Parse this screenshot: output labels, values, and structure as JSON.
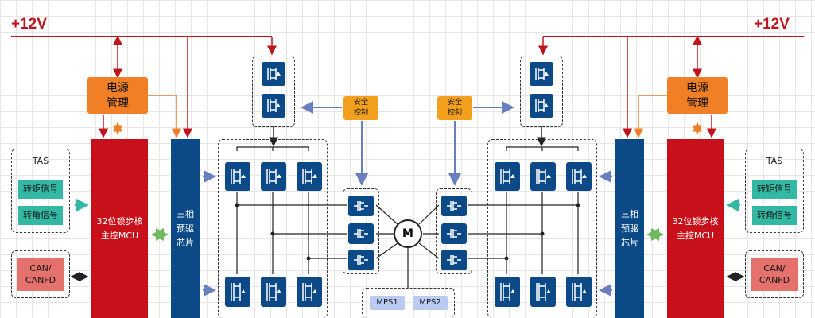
{
  "supply": {
    "left_label": "+12V",
    "right_label": "+12V"
  },
  "left": {
    "power_lines": [
      "电源",
      "管理"
    ],
    "mcu_lines": [
      "32位锁步核",
      "主控MCU"
    ],
    "predriver_lines": [
      "三相",
      "预驱",
      "芯片"
    ],
    "tas_title": "TAS",
    "torque_signal": "转矩信号",
    "angle_signal": "转角信号",
    "can_lines": [
      "CAN/",
      "CANFD"
    ],
    "safety_lines": [
      "安全",
      "控制"
    ]
  },
  "right": {
    "power_lines": [
      "电源",
      "管理"
    ],
    "mcu_lines": [
      "32位锁步核",
      "主控MCU"
    ],
    "predriver_lines": [
      "三相",
      "预驱",
      "芯片"
    ],
    "tas_title": "TAS",
    "torque_signal": "转矩信号",
    "angle_signal": "转角信号",
    "can_lines": [
      "CAN/",
      "CANFD"
    ],
    "safety_lines": [
      "安全",
      "控制"
    ]
  },
  "motor_label": "M",
  "sensors": [
    "MPS1",
    "MPS2"
  ],
  "colors": {
    "supply_line": "#c0141c",
    "power_block": "#f07f25",
    "mcu_block": "#c8101a",
    "predriver_block": "#0b4a86",
    "signal_block": "#33b8a3",
    "can_block": "#e5716d",
    "safety_block": "#f2a01e",
    "sensor_block": "#b9cbf0",
    "control_arrow": "#6a7fc0",
    "bidirectional_arrow": "#6fb85c"
  },
  "icons": [
    "mosfet-switch-icon",
    "motor-icon"
  ]
}
